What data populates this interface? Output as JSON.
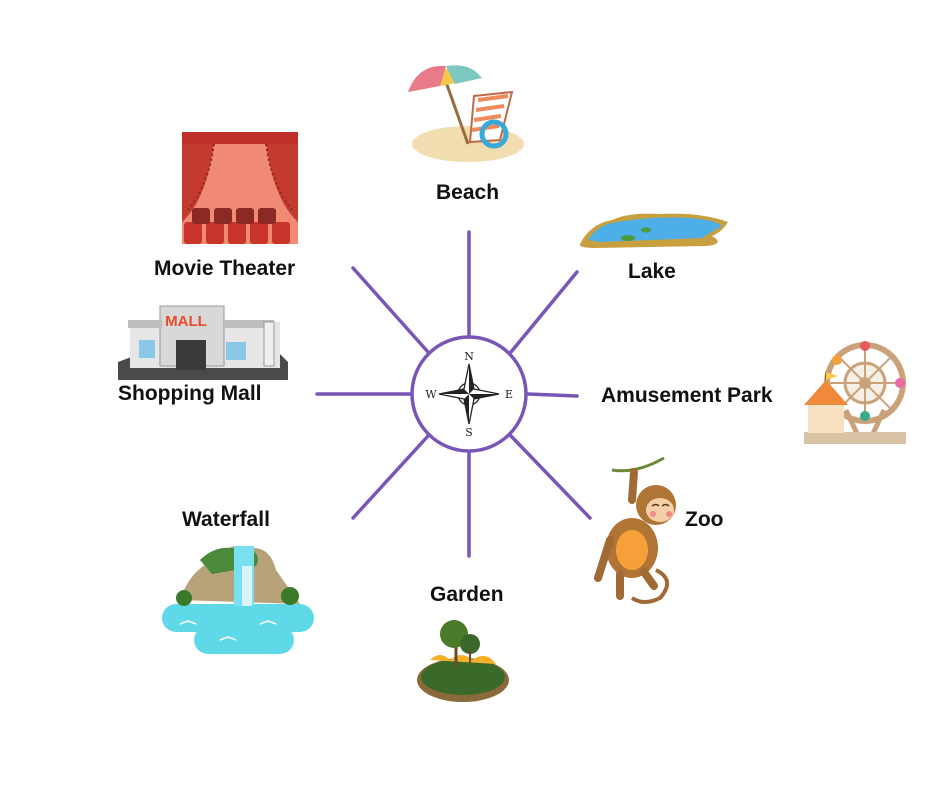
{
  "colors": {
    "spoke": "#7a55b8",
    "ring": "#7a55b8",
    "text": "#111111"
  },
  "compass": {
    "north": "N",
    "south": "S",
    "east": "E",
    "west": "W"
  },
  "places": {
    "beach": "Beach",
    "lake": "Lake",
    "amusement_park": "Amusement Park",
    "zoo": "Zoo",
    "garden": "Garden",
    "waterfall": "Waterfall",
    "shopping_mall": "Shopping Mall",
    "movie_theater": "Movie Theater"
  },
  "mall_sign": "MALL",
  "icons": {
    "beach": "beach-umbrella-chair-icon",
    "lake": "lake-pond-icon",
    "amusement_park": "ferris-wheel-carousel-icon",
    "zoo": "monkey-icon",
    "garden": "garden-trees-icon",
    "waterfall": "waterfall-icon",
    "shopping_mall": "mall-building-icon",
    "movie_theater": "theater-curtain-seats-icon"
  }
}
